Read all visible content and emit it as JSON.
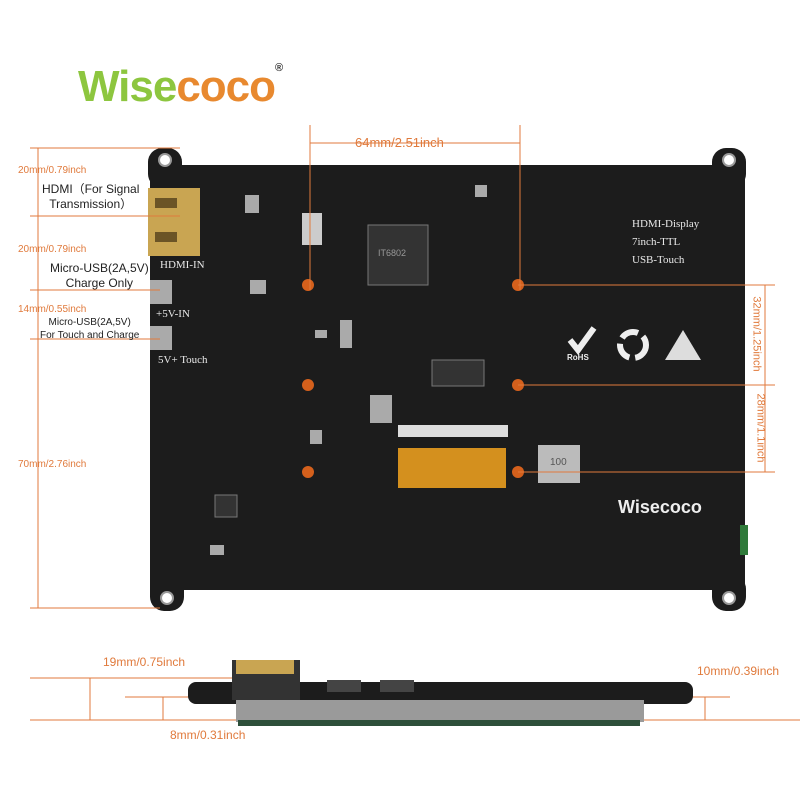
{
  "brand": {
    "logo_part1": "Wise",
    "logo_part2": "coco",
    "registered": "®",
    "green": "#8dc63f",
    "orange": "#e8892f"
  },
  "colors": {
    "dimension": "#e07a3c",
    "board": "#1c1c1c"
  },
  "top_dimension": {
    "width": "64mm/2.51inch"
  },
  "left_dimensions": [
    {
      "label": "20mm/0.79inch"
    },
    {
      "label": "20mm/0.79inch"
    },
    {
      "label": "14mm/0.55inch"
    },
    {
      "label": "70mm/2.76inch"
    }
  ],
  "right_dimensions": [
    {
      "label": "32mm/1.25inch"
    },
    {
      "label": "28mm/1.1inch"
    }
  ],
  "port_labels": {
    "hdmi": {
      "line1": "HDMI（For Signal",
      "line2": "Transmission）"
    },
    "usb_charge": {
      "line1": "Micro-USB(2A,5V)",
      "line2": "Charge Only"
    },
    "usb_touch": {
      "line1": "Micro-USB(2A,5V)",
      "line2": "For Touch and Charge"
    }
  },
  "board": {
    "hdmi_in": "HDMI-IN",
    "v_in": "+5V-IN",
    "touch": "5V+ Touch",
    "title_lines": [
      "HDMI-Display",
      "7inch-TTL",
      "USB-Touch"
    ],
    "rohs": "RoHS",
    "logo": "Wisecoco",
    "inductor": "100",
    "chip": "IT6802"
  },
  "side_view": {
    "total_height": "19mm/0.75inch",
    "board_height": "10mm/0.39inch",
    "display_height": "8mm/0.31inch"
  }
}
